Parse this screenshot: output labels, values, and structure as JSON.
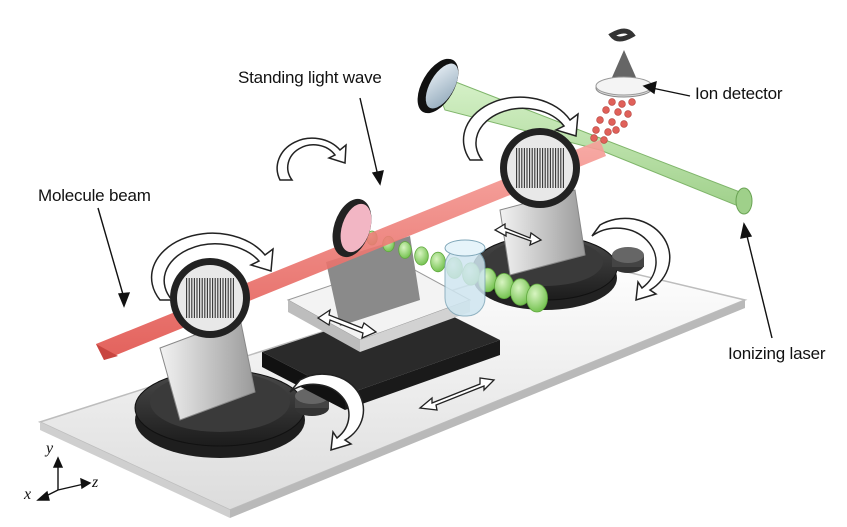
{
  "labels": {
    "molecule_beam": "Molecule beam",
    "standing_light_wave": "Standing light wave",
    "ion_detector": "Ion detector",
    "ionizing_laser": "Ionizing laser"
  },
  "axes": {
    "x": "x",
    "y": "y",
    "z": "z"
  },
  "colors": {
    "molecule_beam": "#ef6a6a",
    "laser": "#b6e3a4",
    "standing_wave": "#8fd36f",
    "base_plate": "#f4f4f4",
    "stage_dark": "#2b2b2b",
    "ions": "#e0615a"
  }
}
